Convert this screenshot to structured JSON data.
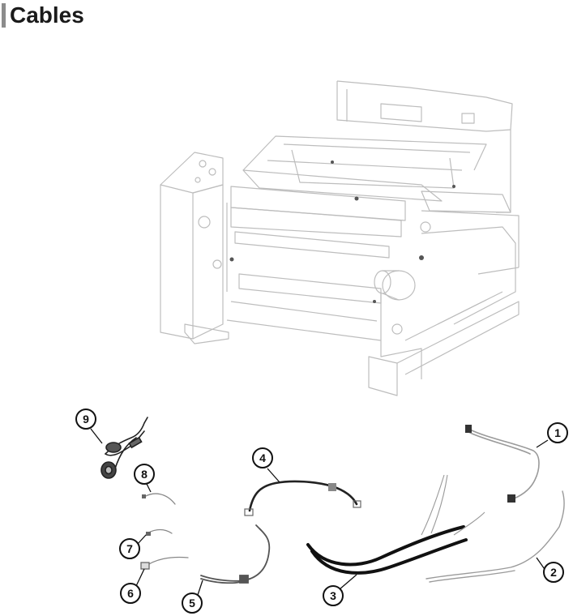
{
  "page": {
    "title": "Cables"
  },
  "callouts": [
    {
      "id": "1",
      "label": "1"
    },
    {
      "id": "2",
      "label": "2"
    },
    {
      "id": "3",
      "label": "3"
    },
    {
      "id": "4",
      "label": "4"
    },
    {
      "id": "5",
      "label": "5"
    },
    {
      "id": "6",
      "label": "6"
    },
    {
      "id": "7",
      "label": "7"
    },
    {
      "id": "8",
      "label": "8"
    },
    {
      "id": "9",
      "label": "9"
    }
  ],
  "colors": {
    "title_bar": "#8c8c8c",
    "line_art": "#bfbfbf",
    "cable_dark": "#111111",
    "cable_gray": "#9a9a9a"
  }
}
